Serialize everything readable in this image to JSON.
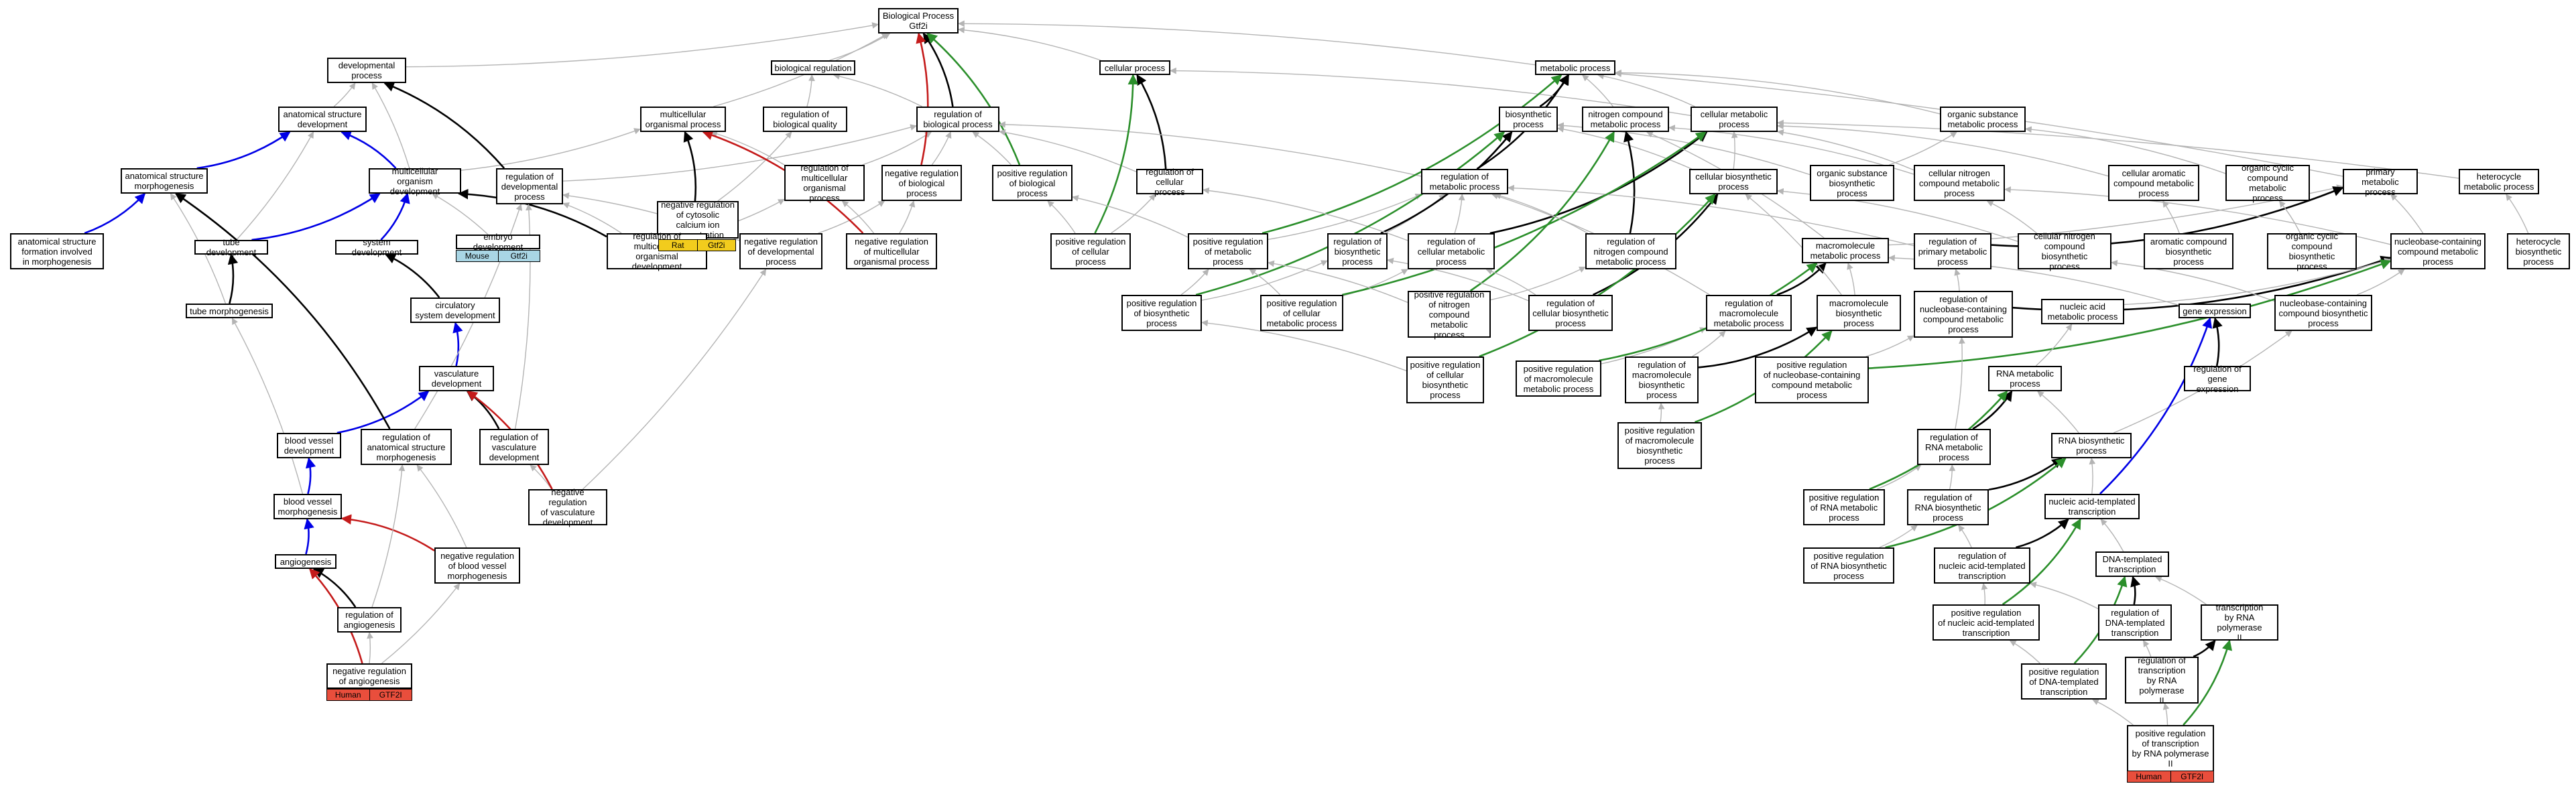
{
  "colors": {
    "gray": "#b4b4b4",
    "black": "#000000",
    "blue": "#0000e6",
    "red": "#c41a1a",
    "green": "#2b8f2b",
    "tag_yellow": "#f2cc1d",
    "tag_blue": "#a9d6e5",
    "tag_red": "#e94e3c"
  },
  "nodes": [
    {
      "id": "bp",
      "label": "Biological Process\nGtf2i"
    },
    {
      "id": "dev",
      "label": "developmental\nprocess"
    },
    {
      "id": "biorg",
      "label": "biological regulation"
    },
    {
      "id": "cellp",
      "label": "cellular process"
    },
    {
      "id": "metp",
      "label": "metabolic process"
    },
    {
      "id": "asd",
      "label": "anatomical structure\ndevelopment"
    },
    {
      "id": "mop",
      "label": "multicellular\norganismal process"
    },
    {
      "id": "rbq",
      "label": "regulation of\nbiological quality"
    },
    {
      "id": "rbp",
      "label": "regulation of\nbiological process"
    },
    {
      "id": "biosyn",
      "label": "biosynthetic\nprocess"
    },
    {
      "id": "ncmp",
      "label": "nitrogen compound\nmetabolic process"
    },
    {
      "id": "cmp",
      "label": "cellular metabolic\nprocess"
    },
    {
      "id": "osmp",
      "label": "organic substance\nmetabolic process"
    },
    {
      "id": "asm",
      "label": "anatomical structure\nmorphogenesis"
    },
    {
      "id": "mod",
      "label": "multicellular\norganism development"
    },
    {
      "id": "rdp",
      "label": "regulation of\ndevelopmental\nprocess"
    },
    {
      "id": "nrccc",
      "label": "negative regulation\nof cytosolic\ncalcium ion\nconcentration"
    },
    {
      "id": "rmop",
      "label": "regulation of\nmulticellular\norganismal process"
    },
    {
      "id": "nrbp",
      "label": "negative regulation\nof biological\nprocess"
    },
    {
      "id": "prbp",
      "label": "positive regulation\nof biological\nprocess"
    },
    {
      "id": "rcp",
      "label": "regulation of\ncellular process"
    },
    {
      "id": "rmetp",
      "label": "regulation of\nmetabolic process"
    },
    {
      "id": "cbp",
      "label": "cellular biosynthetic\nprocess"
    },
    {
      "id": "osbp",
      "label": "organic substance\nbiosynthetic\nprocess"
    },
    {
      "id": "cncmp",
      "label": "cellular nitrogen\ncompound metabolic\nprocess"
    },
    {
      "id": "cacmp",
      "label": "cellular aromatic\ncompound metabolic\nprocess"
    },
    {
      "id": "occmp",
      "label": "organic cyclic\ncompound metabolic\nprocess"
    },
    {
      "id": "pmp",
      "label": "primary metabolic\nprocess"
    },
    {
      "id": "hmp",
      "label": "heterocycle\nmetabolic process"
    },
    {
      "id": "asfm",
      "label": "anatomical structure\nformation involved\nin morphogenesis"
    },
    {
      "id": "tubedev",
      "label": "tube development"
    },
    {
      "id": "sysdev",
      "label": "system development"
    },
    {
      "id": "embdev",
      "label": "embryo development"
    },
    {
      "id": "rmod",
      "label": "regulation of\nmulticellular\norganismal development"
    },
    {
      "id": "nrdp",
      "label": "negative regulation\nof developmental\nprocess"
    },
    {
      "id": "nrmop",
      "label": "negative regulation\nof multicellular\norganismal process"
    },
    {
      "id": "prcp",
      "label": "positive regulation\nof cellular\nprocess"
    },
    {
      "id": "prmetp",
      "label": "positive regulation\nof metabolic\nprocess"
    },
    {
      "id": "rbsp",
      "label": "regulation of\nbiosynthetic\nprocess"
    },
    {
      "id": "rcmp",
      "label": "regulation of\ncellular metabolic\nprocess"
    },
    {
      "id": "rncmp",
      "label": "regulation of\nnitrogen compound\nmetabolic process"
    },
    {
      "id": "mmp",
      "label": "macromolecule\nmetabolic process"
    },
    {
      "id": "rpmp",
      "label": "regulation of\nprimary metabolic\nprocess"
    },
    {
      "id": "cncbp",
      "label": "cellular nitrogen\ncompound biosynthetic\nprocess"
    },
    {
      "id": "acbp",
      "label": "aromatic compound\nbiosynthetic\nprocess"
    },
    {
      "id": "occbp",
      "label": "organic cyclic\ncompound biosynthetic\nprocess"
    },
    {
      "id": "nbcmp",
      "label": "nucleobase-containing\ncompound metabolic\nprocess"
    },
    {
      "id": "hbp",
      "label": "heterocycle\nbiosynthetic\nprocess"
    },
    {
      "id": "tubemorph",
      "label": "tube morphogenesis"
    },
    {
      "id": "circdev",
      "label": "circulatory\nsystem development"
    },
    {
      "id": "prbsp",
      "label": "positive regulation\nof biosynthetic\nprocess"
    },
    {
      "id": "prcmp",
      "label": "positive regulation\nof cellular\nmetabolic process"
    },
    {
      "id": "prncmp",
      "label": "positive regulation\nof nitrogen\ncompound metabolic\nprocess"
    },
    {
      "id": "rcbp",
      "label": "regulation of\ncellular biosynthetic\nprocess"
    },
    {
      "id": "rmmp",
      "label": "regulation of\nmacromolecule\nmetabolic process"
    },
    {
      "id": "mbp",
      "label": "macromolecule\nbiosynthetic\nprocess"
    },
    {
      "id": "rnbcmp",
      "label": "regulation of\nnucleobase-containing\ncompound metabolic\nprocess"
    },
    {
      "id": "namp",
      "label": "nucleic acid\nmetabolic process"
    },
    {
      "id": "gexp",
      "label": "gene expression"
    },
    {
      "id": "nbcbp",
      "label": "nucleobase-containing\ncompound biosynthetic\nprocess"
    },
    {
      "id": "vascdev",
      "label": "vasculature\ndevelopment"
    },
    {
      "id": "prcbp",
      "label": "positive regulation\nof cellular\nbiosynthetic\nprocess"
    },
    {
      "id": "prmmp_",
      "label": "positive regulation\nof macromolecule\nmetabolic process"
    },
    {
      "id": "rmbp",
      "label": "regulation of\nmacromolecule\nbiosynthetic\nprocess"
    },
    {
      "id": "prnbcmp",
      "label": "positive regulation\nof nucleobase-containing\ncompound metabolic\nprocess"
    },
    {
      "id": "rgexp",
      "label": "regulation of\ngene expression"
    },
    {
      "id": "bvd",
      "label": "blood vessel\ndevelopment"
    },
    {
      "id": "rasm",
      "label": "regulation of\nanatomical structure\nmorphogenesis"
    },
    {
      "id": "rvd",
      "label": "regulation of\nvasculature\ndevelopment"
    },
    {
      "id": "rnamp",
      "label": "RNA metabolic\nprocess"
    },
    {
      "id": "prmbp",
      "label": "positive regulation\nof macromolecule\nbiosynthetic\nprocess"
    },
    {
      "id": "rrnamp",
      "label": "regulation of\nRNA metabolic\nprocess"
    },
    {
      "id": "rnabp",
      "label": "RNA biosynthetic\nprocess"
    },
    {
      "id": "bvm",
      "label": "blood vessel\nmorphogenesis"
    },
    {
      "id": "nrvd",
      "label": "negative regulation\nof vasculature\ndevelopment"
    },
    {
      "id": "prrnamp",
      "label": "positive regulation\nof RNA metabolic\nprocess"
    },
    {
      "id": "rrnabp",
      "label": "regulation of\nRNA biosynthetic\nprocess"
    },
    {
      "id": "natt",
      "label": "nucleic acid-templated\ntranscription"
    },
    {
      "id": "angio",
      "label": "angiogenesis"
    },
    {
      "id": "nrbvm",
      "label": "negative regulation\nof blood vessel\nmorphogenesis"
    },
    {
      "id": "prrnabp",
      "label": "positive regulation\nof RNA biosynthetic\nprocess"
    },
    {
      "id": "rnatt",
      "label": "regulation of\nnucleic acid-templated\ntranscription"
    },
    {
      "id": "dtt",
      "label": "DNA-templated\ntranscription"
    },
    {
      "id": "rangio",
      "label": "regulation of\nangiogenesis"
    },
    {
      "id": "prnatt",
      "label": "positive regulation\nof nucleic acid-templated\ntranscription"
    },
    {
      "id": "rdtt",
      "label": "regulation of\nDNA-templated\ntranscription"
    },
    {
      "id": "trp2",
      "label": "transcription\nby RNA polymerase\nII"
    },
    {
      "id": "nrangio",
      "label": "negative regulation\nof angiogenesis"
    },
    {
      "id": "prdtt",
      "label": "positive regulation\nof DNA-templated\ntranscription"
    },
    {
      "id": "rtrp2",
      "label": "regulation of\ntranscription\nby RNA polymerase\nII"
    },
    {
      "id": "prtrp2",
      "label": "positive regulation\nof transcription\nby RNA polymerase\nII"
    }
  ],
  "tags": [
    {
      "id": "tag-rat",
      "species": "Rat",
      "gene": "Gtf2i",
      "color": "tag_yellow"
    },
    {
      "id": "tag-mouse",
      "species": "Mouse",
      "gene": "Gtf2i",
      "color": "tag_blue"
    },
    {
      "id": "tag-human1",
      "species": "Human",
      "gene": "GTF2I",
      "color": "tag_red"
    },
    {
      "id": "tag-human2",
      "species": "Human",
      "gene": "GTF2I",
      "color": "tag_red"
    }
  ],
  "edges": [
    [
      "dev",
      "bp",
      "gray"
    ],
    [
      "biorg",
      "bp",
      "gray"
    ],
    [
      "cellp",
      "bp",
      "gray"
    ],
    [
      "metp",
      "bp",
      "gray"
    ],
    [
      "asd",
      "dev",
      "gray"
    ],
    [
      "mop",
      "bp",
      "gray"
    ],
    [
      "rbq",
      "biorg",
      "gray"
    ],
    [
      "rbp",
      "biorg",
      "gray"
    ],
    [
      "rbp",
      "bp",
      "black"
    ],
    [
      "biosyn",
      "metp",
      "black"
    ],
    [
      "ncmp",
      "metp",
      "gray"
    ],
    [
      "cmp",
      "metp",
      "gray"
    ],
    [
      "cmp",
      "cellp",
      "gray"
    ],
    [
      "osmp",
      "metp",
      "gray"
    ],
    [
      "asm",
      "asd",
      "blue"
    ],
    [
      "mod",
      "asd",
      "blue"
    ],
    [
      "mod",
      "mop",
      "gray"
    ],
    [
      "mod",
      "dev",
      "gray"
    ],
    [
      "rdp",
      "dev",
      "black"
    ],
    [
      "rdp",
      "rbp",
      "gray"
    ],
    [
      "nrccc",
      "rbq",
      "gray"
    ],
    [
      "nrccc",
      "mop",
      "black"
    ],
    [
      "rmop",
      "mop",
      "gray"
    ],
    [
      "rmop",
      "rbp",
      "gray"
    ],
    [
      "nrbp",
      "rbp",
      "gray"
    ],
    [
      "nrbp",
      "bp",
      "red"
    ],
    [
      "prbp",
      "rbp",
      "gray"
    ],
    [
      "prbp",
      "bp",
      "green"
    ],
    [
      "rcp",
      "rbp",
      "gray"
    ],
    [
      "rcp",
      "cellp",
      "black"
    ],
    [
      "rmetp",
      "rbp",
      "gray"
    ],
    [
      "rmetp",
      "metp",
      "black"
    ],
    [
      "cbp",
      "cmp",
      "gray"
    ],
    [
      "cbp",
      "biosyn",
      "gray"
    ],
    [
      "osbp",
      "osmp",
      "gray"
    ],
    [
      "osbp",
      "biosyn",
      "gray"
    ],
    [
      "cncmp",
      "cmp",
      "gray"
    ],
    [
      "cncmp",
      "ncmp",
      "gray"
    ],
    [
      "cacmp",
      "cmp",
      "gray"
    ],
    [
      "occmp",
      "osmp",
      "gray"
    ],
    [
      "pmp",
      "metp",
      "gray"
    ],
    [
      "hmp",
      "cmp",
      "gray"
    ],
    [
      "asfm",
      "asm",
      "blue"
    ],
    [
      "tubedev",
      "asd",
      "gray"
    ],
    [
      "tubedev",
      "mod",
      "blue"
    ],
    [
      "sysdev",
      "mod",
      "blue"
    ],
    [
      "embdev",
      "mod",
      "gray"
    ],
    [
      "rmod",
      "mod",
      "black"
    ],
    [
      "rmod",
      "rdp",
      "gray"
    ],
    [
      "rmod",
      "rmop",
      "gray"
    ],
    [
      "nrdp",
      "rdp",
      "gray"
    ],
    [
      "nrdp",
      "nrbp",
      "gray"
    ],
    [
      "nrmop",
      "rmop",
      "gray"
    ],
    [
      "nrmop",
      "mop",
      "red"
    ],
    [
      "nrmop",
      "nrbp",
      "gray"
    ],
    [
      "prcp",
      "prbp",
      "gray"
    ],
    [
      "prcp",
      "rcp",
      "gray"
    ],
    [
      "prcp",
      "cellp",
      "green"
    ],
    [
      "prmetp",
      "rmetp",
      "gray"
    ],
    [
      "prmetp",
      "prbp",
      "gray"
    ],
    [
      "prmetp",
      "metp",
      "green"
    ],
    [
      "rbsp",
      "rmetp",
      "gray"
    ],
    [
      "rbsp",
      "biosyn",
      "black"
    ],
    [
      "rcmp",
      "rmetp",
      "gray"
    ],
    [
      "rcmp",
      "rcp",
      "gray"
    ],
    [
      "rcmp",
      "cmp",
      "black"
    ],
    [
      "rncmp",
      "rmetp",
      "gray"
    ],
    [
      "rncmp",
      "ncmp",
      "black"
    ],
    [
      "mmp",
      "pmp",
      "gray"
    ],
    [
      "mmp",
      "ncmp",
      "gray"
    ],
    [
      "rpmp",
      "rmetp",
      "gray"
    ],
    [
      "rpmp",
      "pmp",
      "black"
    ],
    [
      "cncbp",
      "cncmp",
      "gray"
    ],
    [
      "cncbp",
      "cbp",
      "gray"
    ],
    [
      "acbp",
      "cacmp",
      "gray"
    ],
    [
      "occbp",
      "occmp",
      "gray"
    ],
    [
      "nbcmp",
      "cncmp",
      "gray"
    ],
    [
      "nbcmp",
      "pmp",
      "gray"
    ],
    [
      "hbp",
      "hmp",
      "gray"
    ],
    [
      "tubemorph",
      "tubedev",
      "black"
    ],
    [
      "tubemorph",
      "asm",
      "gray"
    ],
    [
      "circdev",
      "sysdev",
      "black"
    ],
    [
      "prbsp",
      "prmetp",
      "gray"
    ],
    [
      "prbsp",
      "rbsp",
      "gray"
    ],
    [
      "prbsp",
      "biosyn",
      "green"
    ],
    [
      "prcmp",
      "prmetp",
      "gray"
    ],
    [
      "prcmp",
      "rcmp",
      "gray"
    ],
    [
      "prcmp",
      "cmp",
      "green"
    ],
    [
      "prncmp",
      "prmetp",
      "gray"
    ],
    [
      "prncmp",
      "rncmp",
      "gray"
    ],
    [
      "prncmp",
      "ncmp",
      "green"
    ],
    [
      "rcbp",
      "rbsp",
      "gray"
    ],
    [
      "rcbp",
      "rcmp",
      "gray"
    ],
    [
      "rcbp",
      "cbp",
      "black"
    ],
    [
      "rmmp",
      "rmetp",
      "gray"
    ],
    [
      "rmmp",
      "mmp",
      "black"
    ],
    [
      "mbp",
      "mmp",
      "gray"
    ],
    [
      "mbp",
      "cbp",
      "gray"
    ],
    [
      "rnbcmp",
      "rpmp",
      "gray"
    ],
    [
      "rnbcmp",
      "nbcmp",
      "black"
    ],
    [
      "namp",
      "nbcmp",
      "gray"
    ],
    [
      "gexp",
      "mmp",
      "gray"
    ],
    [
      "nbcbp",
      "nbcmp",
      "gray"
    ],
    [
      "nbcbp",
      "cncbp",
      "gray"
    ],
    [
      "vascdev",
      "circdev",
      "blue"
    ],
    [
      "prcbp",
      "prbsp",
      "gray"
    ],
    [
      "prcbp",
      "cbp",
      "green"
    ],
    [
      "prmmp_",
      "rmmp",
      "gray"
    ],
    [
      "prmmp_",
      "mmp",
      "green"
    ],
    [
      "rmbp",
      "rmmp",
      "gray"
    ],
    [
      "rmbp",
      "mbp",
      "black"
    ],
    [
      "prnbcmp",
      "rnbcmp",
      "gray"
    ],
    [
      "prnbcmp",
      "nbcmp",
      "green"
    ],
    [
      "rgexp",
      "gexp",
      "black"
    ],
    [
      "bvd",
      "vascdev",
      "blue"
    ],
    [
      "rasm",
      "asm",
      "black"
    ],
    [
      "rasm",
      "rdp",
      "gray"
    ],
    [
      "rvd",
      "vascdev",
      "black"
    ],
    [
      "rvd",
      "rdp",
      "gray"
    ],
    [
      "rnamp",
      "namp",
      "gray"
    ],
    [
      "prmbp",
      "rmbp",
      "gray"
    ],
    [
      "prmbp",
      "mbp",
      "green"
    ],
    [
      "rrnamp",
      "rnbcmp",
      "gray"
    ],
    [
      "rrnamp",
      "rnamp",
      "black"
    ],
    [
      "rnabp",
      "rnamp",
      "gray"
    ],
    [
      "rnabp",
      "nbcbp",
      "gray"
    ],
    [
      "bvm",
      "bvd",
      "blue"
    ],
    [
      "bvm",
      "tubemorph",
      "gray"
    ],
    [
      "nrvd",
      "rvd",
      "gray"
    ],
    [
      "nrvd",
      "vascdev",
      "red"
    ],
    [
      "nrvd",
      "nrdp",
      "gray"
    ],
    [
      "prrnamp",
      "rrnamp",
      "gray"
    ],
    [
      "prrnamp",
      "rnamp",
      "green"
    ],
    [
      "rrnabp",
      "rrnamp",
      "gray"
    ],
    [
      "rrnabp",
      "rnabp",
      "black"
    ],
    [
      "natt",
      "rnabp",
      "gray"
    ],
    [
      "natt",
      "gexp",
      "blue"
    ],
    [
      "angio",
      "bvm",
      "blue"
    ],
    [
      "nrbvm",
      "bvm",
      "red"
    ],
    [
      "nrbvm",
      "rasm",
      "gray"
    ],
    [
      "prrnabp",
      "rrnabp",
      "gray"
    ],
    [
      "prrnabp",
      "rnabp",
      "green"
    ],
    [
      "rnatt",
      "rrnabp",
      "gray"
    ],
    [
      "rnatt",
      "natt",
      "black"
    ],
    [
      "dtt",
      "natt",
      "gray"
    ],
    [
      "rangio",
      "angio",
      "black"
    ],
    [
      "rangio",
      "rasm",
      "gray"
    ],
    [
      "prnatt",
      "rnatt",
      "gray"
    ],
    [
      "prnatt",
      "natt",
      "green"
    ],
    [
      "rdtt",
      "rnatt",
      "gray"
    ],
    [
      "rdtt",
      "dtt",
      "black"
    ],
    [
      "trp2",
      "dtt",
      "gray"
    ],
    [
      "nrangio",
      "rangio",
      "gray"
    ],
    [
      "nrangio",
      "angio",
      "red"
    ],
    [
      "nrangio",
      "nrbvm",
      "gray"
    ],
    [
      "prdtt",
      "prnatt",
      "gray"
    ],
    [
      "prdtt",
      "dtt",
      "green"
    ],
    [
      "rtrp2",
      "rdtt",
      "gray"
    ],
    [
      "rtrp2",
      "trp2",
      "black"
    ],
    [
      "prtrp2",
      "rtrp2",
      "gray"
    ],
    [
      "prtrp2",
      "trp2",
      "green"
    ],
    [
      "prtrp2",
      "prdtt",
      "gray"
    ]
  ]
}
